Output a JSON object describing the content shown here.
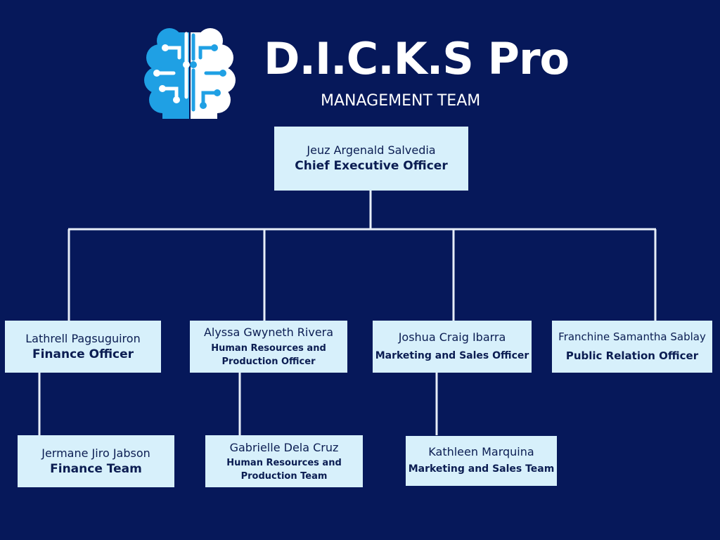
{
  "brand": {
    "title": "D.I.C.K.S Pro",
    "subtitle": "MANAGEMENT TEAM"
  },
  "colors": {
    "background": "#06185a",
    "box": "#d7f0fb",
    "text": "#0b1d52",
    "line": "#e7eef8",
    "logo_blue": "#1fa0e4",
    "logo_white": "#ffffff"
  },
  "icons": {
    "logo": "brain-circuit-icon"
  },
  "ceo": {
    "name": "Jeuz Argenald Salvedia",
    "role": "Chief Executive Officer"
  },
  "officers": [
    {
      "name": "Lathrell Pagsuguiron",
      "role": "Finance Officer",
      "team": {
        "name": "Jermane Jiro Jabson",
        "role": "Finance Team"
      }
    },
    {
      "name": "Alyssa Gwyneth Rivera",
      "role": "Human Resources and Production Officer",
      "team": {
        "name": "Gabrielle Dela Cruz",
        "role": "Human Resources and Production Team"
      }
    },
    {
      "name": "Joshua Craig Ibarra",
      "role": "Marketing and Sales Officer",
      "team": {
        "name": "Kathleen Marquina",
        "role": "Marketing and Sales Team"
      }
    },
    {
      "name": "Franchine Samantha Sablay",
      "role": "Public Relation Officer"
    }
  ]
}
